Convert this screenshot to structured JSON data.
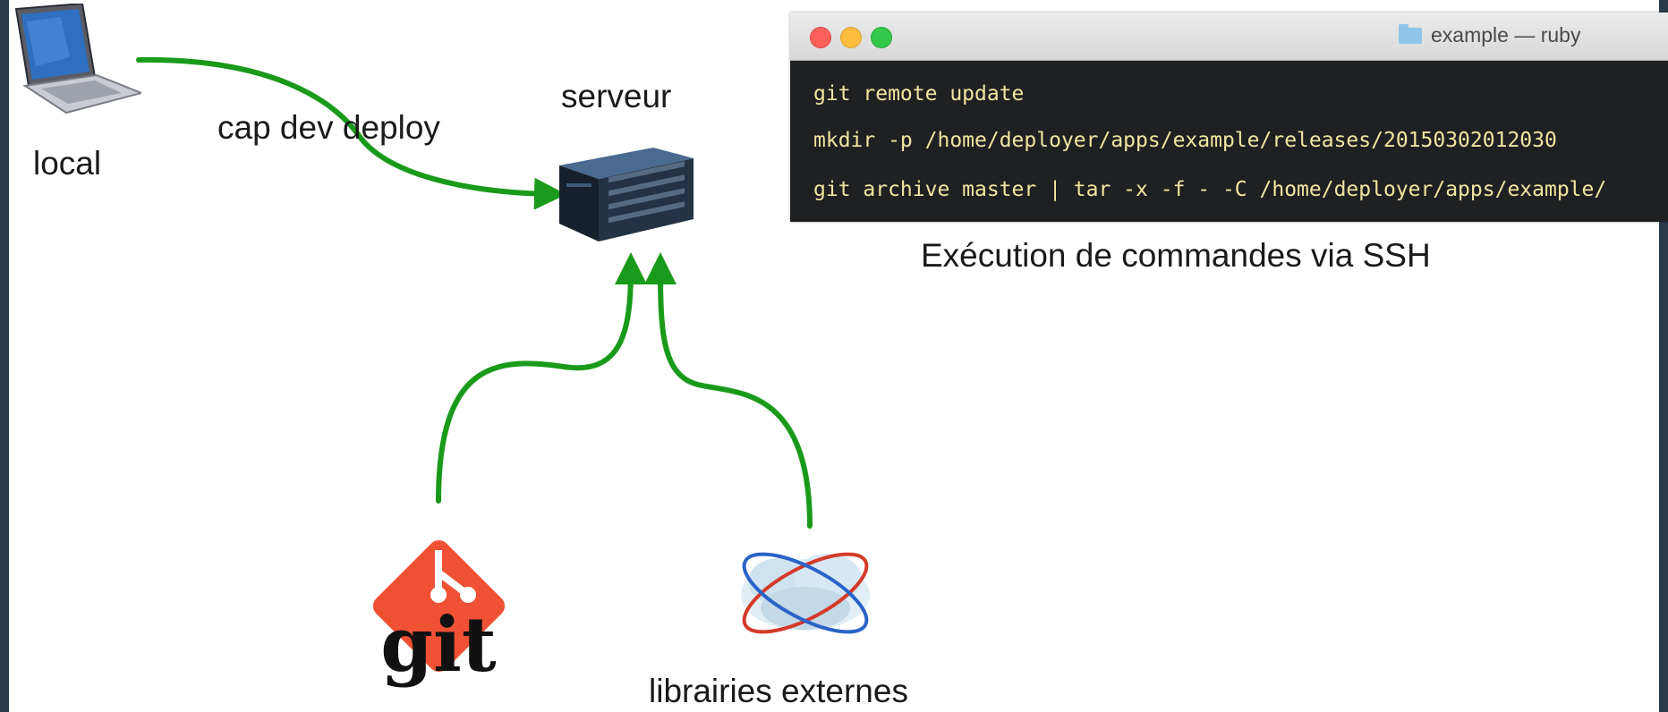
{
  "labels": {
    "local": "local",
    "cap_command": "cap dev deploy",
    "server": "serveur",
    "ssh_caption": "Exécution de commandes via SSH",
    "external_libs": "librairies externes"
  },
  "terminal": {
    "window_title": "example — ruby",
    "lines": [
      "git remote update",
      "mkdir -p /home/deployer/apps/example/releases/20150302012030",
      "git archive master | tar -x -f - -C /home/deployer/apps/example/"
    ]
  },
  "git_logo_text": "git",
  "colors": {
    "arrow": "#1a9a1a",
    "git_brand": "#f05033",
    "terminal_text": "#f0e6a0",
    "terminal_bg": "#1f2022",
    "side_bar": "#2b3a4a"
  },
  "icons": [
    "laptop-icon",
    "server-icon",
    "git-logo-icon",
    "cloud-icon",
    "folder-icon"
  ]
}
